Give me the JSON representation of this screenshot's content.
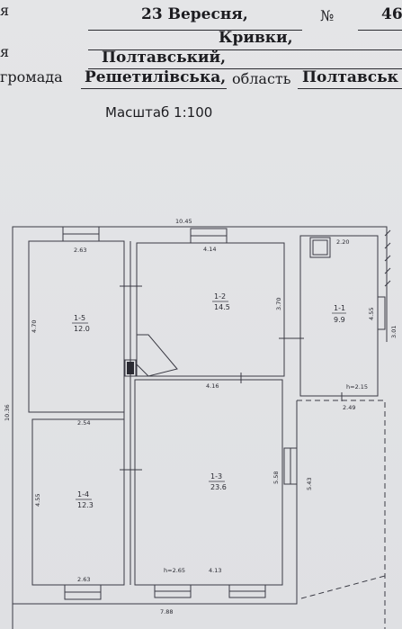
{
  "header": {
    "street": "23 Вересня,",
    "number_sign": "№",
    "house_number": "46,",
    "village": "Кривки,",
    "district": "Полтавський,",
    "community": "Решетилівська,",
    "community_label_left": "я",
    "community_label_left2": "я",
    "community_label": "громада",
    "region_label": "область",
    "region": "Полтавськ"
  },
  "scale": "Масштаб 1:100",
  "plan": {
    "overall": {
      "width_top": "10.45",
      "width_bottom": "7.88",
      "height_left": "10.36"
    },
    "rooms": [
      {
        "id": "1-5",
        "area": "12.0",
        "dims": [
          "2.63",
          "4.70",
          "2.54"
        ]
      },
      {
        "id": "1-2",
        "area": "14.5",
        "dims": [
          "4.14",
          "3.70",
          "4.16"
        ]
      },
      {
        "id": "1-1",
        "area": "9.9",
        "dims": [
          "2.20",
          "4.55",
          "2.49",
          "3.01"
        ],
        "height": "h=2.15"
      },
      {
        "id": "1-4",
        "area": "12.3",
        "dims": [
          "4.55",
          "2.63"
        ]
      },
      {
        "id": "1-3",
        "area": "23.6",
        "dims": [
          "5.58",
          "4.13"
        ],
        "height": "h=2.65"
      }
    ],
    "annex": {
      "dim": "5.43"
    }
  }
}
